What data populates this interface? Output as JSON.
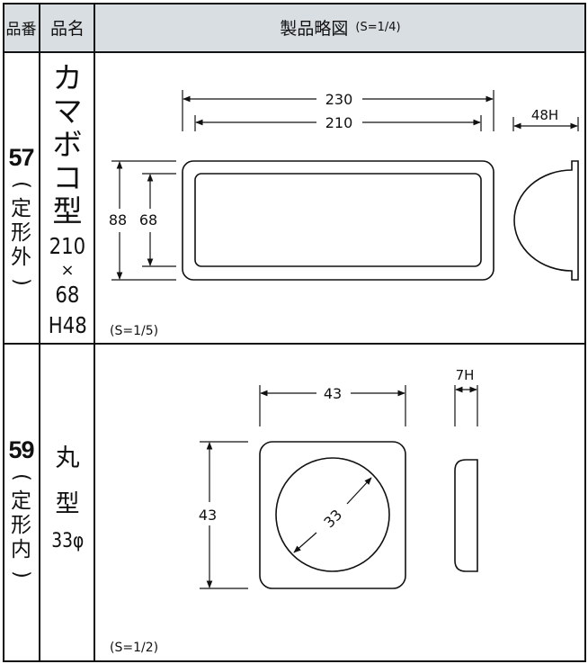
{
  "header": {
    "col_number": "品番",
    "col_name": "品名",
    "col_drawing": "製品略図",
    "drawing_scale": "(S=1/4)"
  },
  "rows": [
    {
      "number": "57",
      "category": [
        "(",
        "定",
        "形",
        "外",
        ")"
      ],
      "name_chars": [
        "カ",
        "マ",
        "ボ",
        "コ",
        "型"
      ],
      "dims": [
        "210",
        "×",
        "68",
        "H48"
      ],
      "scale": "(S=1/5)",
      "drawing": {
        "outer_width": "230",
        "inner_width": "210",
        "outer_height": "88",
        "inner_height": "68",
        "depth": "48H"
      }
    },
    {
      "number": "59",
      "category": [
        "(",
        "定",
        "形",
        "内",
        ")"
      ],
      "name_chars": [
        "丸",
        "型"
      ],
      "dims": [
        "33φ"
      ],
      "scale": "(S=1/2)",
      "drawing": {
        "outer_width": "43",
        "outer_height": "43",
        "diameter": "33",
        "depth": "7H"
      }
    }
  ]
}
